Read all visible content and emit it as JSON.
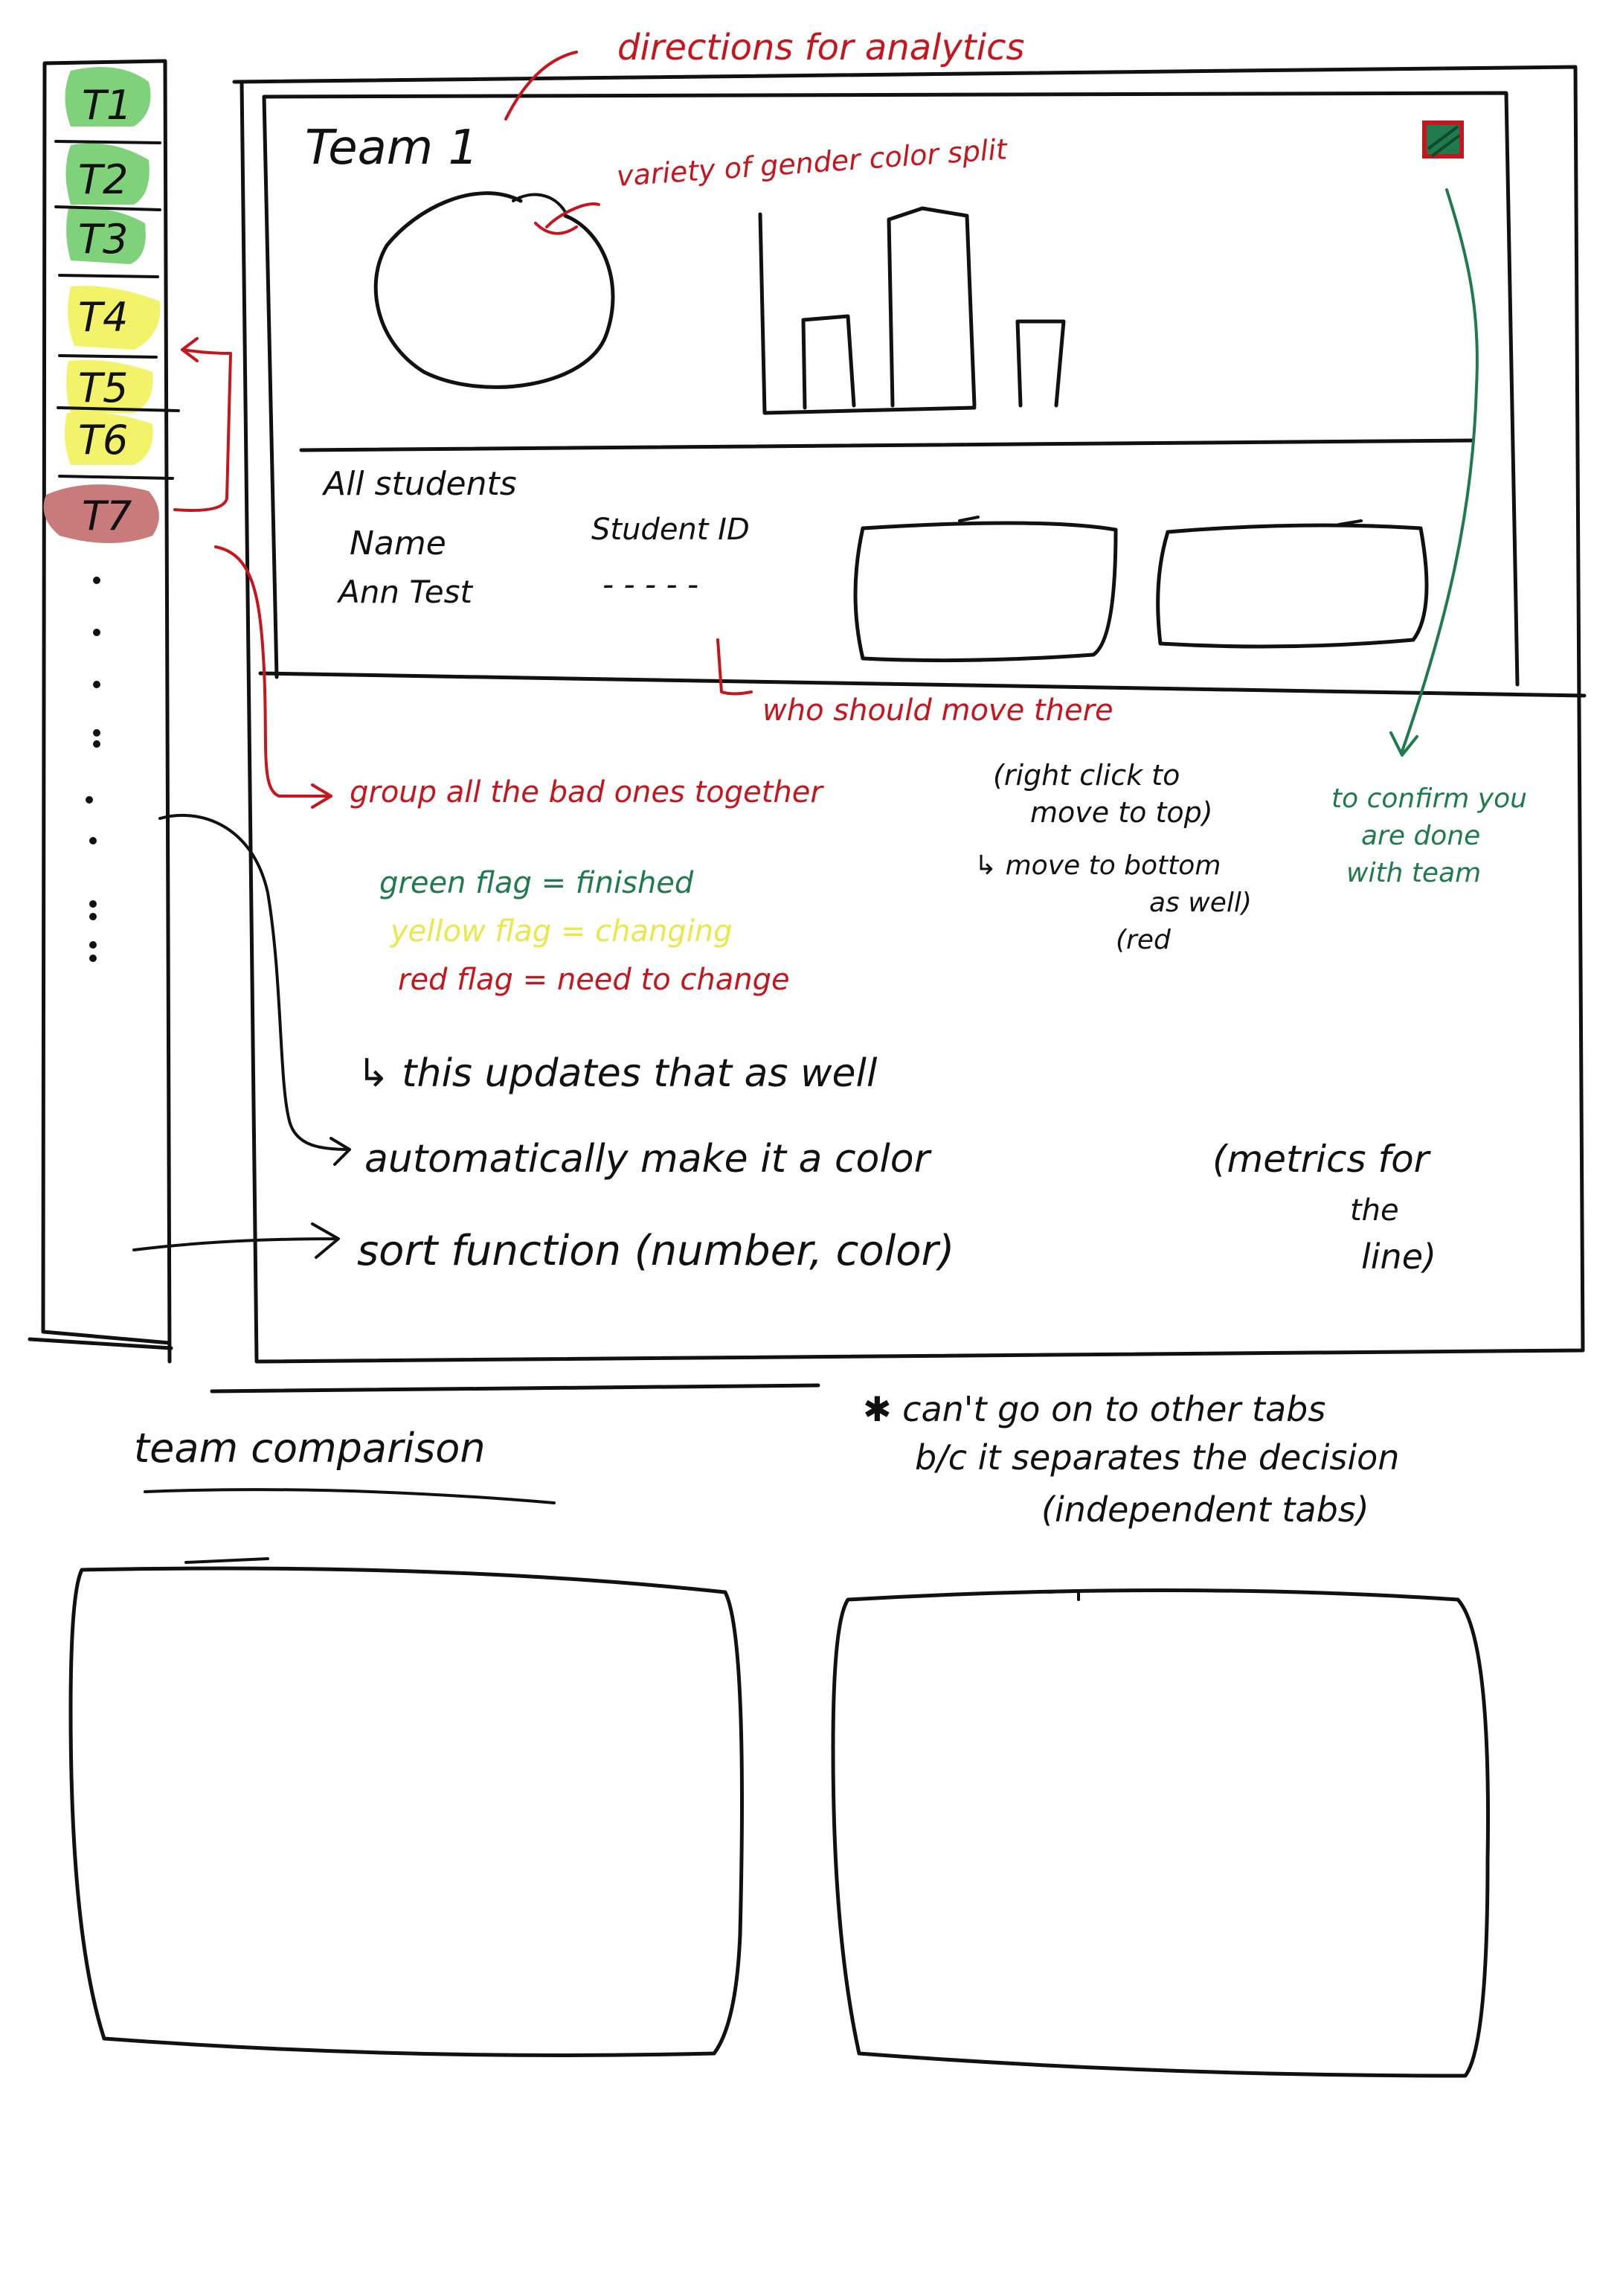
{
  "colors": {
    "ink": "#111111",
    "annotation_red": "#c4161c",
    "annotation_green": "#1f7a4d",
    "annotation_yellow": "#e8e84a",
    "highlight_green": "#7fd17a",
    "highlight_yellow": "#f3f36a",
    "highlight_red": "#c97a7a"
  },
  "sidebar": {
    "items": [
      {
        "label": "T1",
        "flag": "green"
      },
      {
        "label": "T2",
        "flag": "green"
      },
      {
        "label": "T3",
        "flag": "green"
      },
      {
        "label": "T4",
        "flag": "yellow"
      },
      {
        "label": "T5",
        "flag": "yellow"
      },
      {
        "label": "T6",
        "flag": "yellow"
      },
      {
        "label": "T7",
        "flag": "red"
      }
    ]
  },
  "panel": {
    "title": "Team 1",
    "students_heading": "All students",
    "col_name": "Name",
    "col_id": "Student ID",
    "row_name": "Ann Test",
    "row_id": "- - - - -",
    "flag_icon": "flag-icon"
  },
  "annotations": {
    "directions": "directions for analytics",
    "variety": "variety of gender color split",
    "who_should": "who should move there",
    "group_bad": "group all the bad ones together",
    "right_click_1": "(right click to",
    "right_click_2": "move to top)",
    "move_bottom_1": "↳ move to bottom",
    "move_bottom_2": "as well)",
    "move_bottom_3": "(red",
    "confirm_1": "to confirm you",
    "confirm_2": "are done",
    "confirm_3": "with team",
    "legend_green": "green flag = finished",
    "legend_yellow": "yellow flag = changing",
    "legend_red": "red flag = need to change",
    "updates": "↳ this updates that as well",
    "auto_color": "automatically make it a color",
    "metrics_1": "(metrics for",
    "metrics_2": "the",
    "metrics_3": "line)",
    "sort": "sort function (number, color)"
  },
  "comparison": {
    "heading": "team comparison",
    "note_1": "✱ can't go on to other tabs",
    "note_2": "b/c it separates the decision",
    "note_3": "(independent tabs)"
  }
}
